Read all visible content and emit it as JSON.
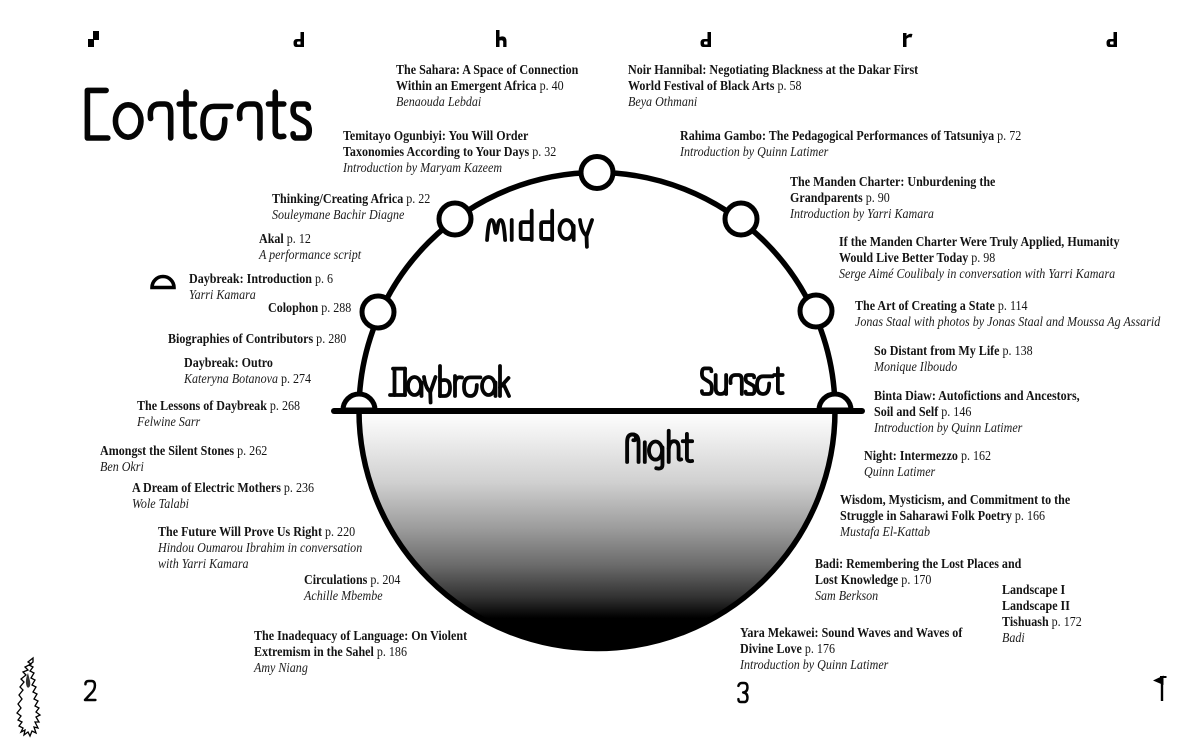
{
  "title": "Contents",
  "sun": {
    "midday": "Midday",
    "daybreak": "Daybreak",
    "sunset": "Sunset",
    "night": "Night"
  },
  "footer": {
    "left_page_number": "2",
    "right_page_number": "3"
  },
  "ornaments": [
    "step-glyph",
    "d-glyph",
    "h-glyph",
    "d-glyph",
    "r-glyph",
    "d-glyph"
  ],
  "entries": [
    {
      "lines": [
        {
          "t": "The Sahara: A Space of Connection",
          "s": "b"
        },
        {
          "t": "Within an Emergent Africa p. 40",
          "s": "b"
        },
        {
          "t": "Benaouda Lebdai",
          "s": "i"
        }
      ]
    },
    {
      "lines": [
        {
          "t": "Temitayo Ogunbiyi: You Will Order",
          "s": "b"
        },
        {
          "t": "Taxonomies According to Your Days p. 32",
          "s": "b"
        },
        {
          "t": "Introduction by Maryam Kazeem",
          "s": "i"
        }
      ]
    },
    {
      "lines": [
        {
          "t": "Thinking/Creating Africa p. 22",
          "s": "b"
        },
        {
          "t": "Souleymane Bachir Diagne",
          "s": "i"
        }
      ]
    },
    {
      "lines": [
        {
          "t": "Akal p. 12",
          "s": "b"
        },
        {
          "t": "A performance script",
          "s": "i"
        }
      ]
    },
    {
      "lines": [
        {
          "t": "Daybreak: Introduction p. 6",
          "s": "b"
        },
        {
          "t": "Yarri Kamara",
          "s": "i"
        }
      ]
    },
    {
      "lines": [
        {
          "t": "Colophon p. 288",
          "s": "b"
        }
      ]
    },
    {
      "lines": [
        {
          "t": "Biographies of Contributors p. 280",
          "s": "b"
        }
      ]
    },
    {
      "lines": [
        {
          "t": "Daybreak: Outro",
          "s": "b"
        },
        {
          "t": "Kateryna Botanova p. 274",
          "s": "i"
        }
      ]
    },
    {
      "lines": [
        {
          "t": "The Lessons of Daybreak p. 268",
          "s": "b"
        },
        {
          "t": "Felwine Sarr",
          "s": "i"
        }
      ]
    },
    {
      "lines": [
        {
          "t": "Amongst the Silent Stones p. 262",
          "s": "b"
        },
        {
          "t": "Ben Okri",
          "s": "i"
        }
      ]
    },
    {
      "lines": [
        {
          "t": "A Dream of Electric Mothers p. 236",
          "s": "b"
        },
        {
          "t": "Wole Talabi",
          "s": "i"
        }
      ]
    },
    {
      "lines": [
        {
          "t": "The Future Will Prove Us Right p. 220",
          "s": "b"
        },
        {
          "t": "Hindou Oumarou Ibrahim in conversation",
          "s": "i"
        },
        {
          "t": "with Yarri Kamara",
          "s": "i"
        }
      ]
    },
    {
      "lines": [
        {
          "t": "Circulations p. 204",
          "s": "b"
        },
        {
          "t": "Achille Mbembe",
          "s": "i"
        }
      ]
    },
    {
      "lines": [
        {
          "t": "The Inadequacy of Language: On Violent",
          "s": "b"
        },
        {
          "t": "Extremism in the Sahel p. 186",
          "s": "b"
        },
        {
          "t": "Amy Niang",
          "s": "i"
        }
      ]
    },
    {
      "lines": [
        {
          "t": "Noir Hannibal: Negotiating Blackness at the Dakar First",
          "s": "b"
        },
        {
          "t": "World Festival of Black Arts p. 58",
          "s": "b"
        },
        {
          "t": "Beya Othmani",
          "s": "i"
        }
      ]
    },
    {
      "lines": [
        {
          "t": "Rahima Gambo: The Pedagogical Performances of Tatsuniya p. 72",
          "s": "b"
        },
        {
          "t": "Introduction by Quinn Latimer",
          "s": "i"
        }
      ]
    },
    {
      "lines": [
        {
          "t": "The Manden Charter: Unburdening the",
          "s": "b"
        },
        {
          "t": "Grandparents p. 90",
          "s": "b"
        },
        {
          "t": "Introduction by Yarri Kamara",
          "s": "i"
        }
      ]
    },
    {
      "lines": [
        {
          "t": "If the Manden Charter Were Truly Applied, Humanity",
          "s": "b"
        },
        {
          "t": "Would Live Better Today p. 98",
          "s": "b"
        },
        {
          "t": "Serge Aimé Coulibaly in conversation with Yarri Kamara",
          "s": "i"
        }
      ]
    },
    {
      "lines": [
        {
          "t": "The Art of Creating a State p. 114",
          "s": "b"
        },
        {
          "t": "Jonas Staal with photos by Jonas Staal and Moussa Ag Assarid",
          "s": "i"
        }
      ]
    },
    {
      "lines": [
        {
          "t": "So Distant from My Life p. 138",
          "s": "b"
        },
        {
          "t": "Monique Ilboudo",
          "s": "i"
        }
      ]
    },
    {
      "lines": [
        {
          "t": "Binta Diaw: Autofictions and Ancestors,",
          "s": "b"
        },
        {
          "t": "Soil and Self p. 146",
          "s": "b"
        },
        {
          "t": "Introduction by Quinn Latimer",
          "s": "i"
        }
      ]
    },
    {
      "lines": [
        {
          "t": "Night: Intermezzo p. 162",
          "s": "b"
        },
        {
          "t": "Quinn Latimer",
          "s": "i"
        }
      ]
    },
    {
      "lines": [
        {
          "t": "Wisdom, Mysticism, and Commitment to the",
          "s": "b"
        },
        {
          "t": "Struggle in Saharawi Folk Poetry p. 166",
          "s": "b"
        },
        {
          "t": "Mustafa El-Kattab",
          "s": "i"
        }
      ]
    },
    {
      "lines": [
        {
          "t": "Badi: Remembering the Lost Places and",
          "s": "b"
        },
        {
          "t": "Lost Knowledge p. 170",
          "s": "b"
        },
        {
          "t": "Sam Berkson",
          "s": "i"
        }
      ]
    },
    {
      "lines": [
        {
          "t": "Landscape I",
          "s": "b"
        },
        {
          "t": "Landscape II",
          "s": "b"
        },
        {
          "t": "Tishuash p. 172",
          "s": "b"
        },
        {
          "t": "Badi",
          "s": "i"
        }
      ]
    },
    {
      "lines": [
        {
          "t": "Yara Mekawei: Sound Waves and Waves of",
          "s": "b"
        },
        {
          "t": "Divine Love p. 176",
          "s": "b"
        },
        {
          "t": "Introduction by Quinn Latimer",
          "s": "i"
        }
      ]
    }
  ]
}
